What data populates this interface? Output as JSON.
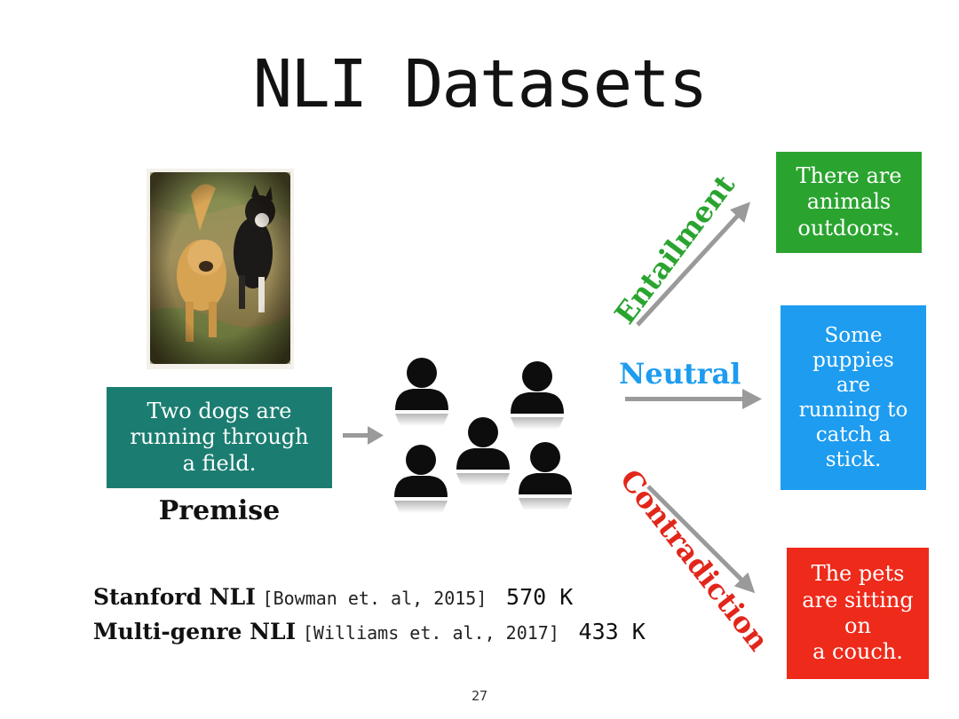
{
  "slide": {
    "title": "NLI Datasets",
    "page_number": "27"
  },
  "premise": {
    "lines": [
      "Two dogs are",
      "running through",
      "a field."
    ],
    "label": "Premise"
  },
  "relations": {
    "entailment": {
      "label": "Entailment",
      "hypothesis": [
        "There are",
        "animals",
        "outdoors."
      ]
    },
    "neutral": {
      "label": "Neutral",
      "hypothesis": [
        "Some",
        "puppies",
        "are",
        "running to",
        "catch a",
        "stick."
      ]
    },
    "contradiction": {
      "label": "Contradiction",
      "hypothesis": [
        "The pets",
        "are sitting",
        "on",
        "a couch."
      ]
    }
  },
  "datasets": [
    {
      "name": "Stanford NLI",
      "citation": "[Bowman et. al, 2015]",
      "size": "570 K"
    },
    {
      "name": "Multi-genre NLI",
      "citation": "[Williams et. al., 2017]",
      "size": "433 K"
    }
  ],
  "colors": {
    "premise_box": "#1b7d71",
    "entailment": "#2aa42f",
    "neutral": "#1d9cf0",
    "contradiction": "#ee2a1b",
    "arrow": "#9a9a9a"
  },
  "icons": {
    "photo": "two-dogs-photo",
    "annotators": "annotator-group-icon"
  }
}
